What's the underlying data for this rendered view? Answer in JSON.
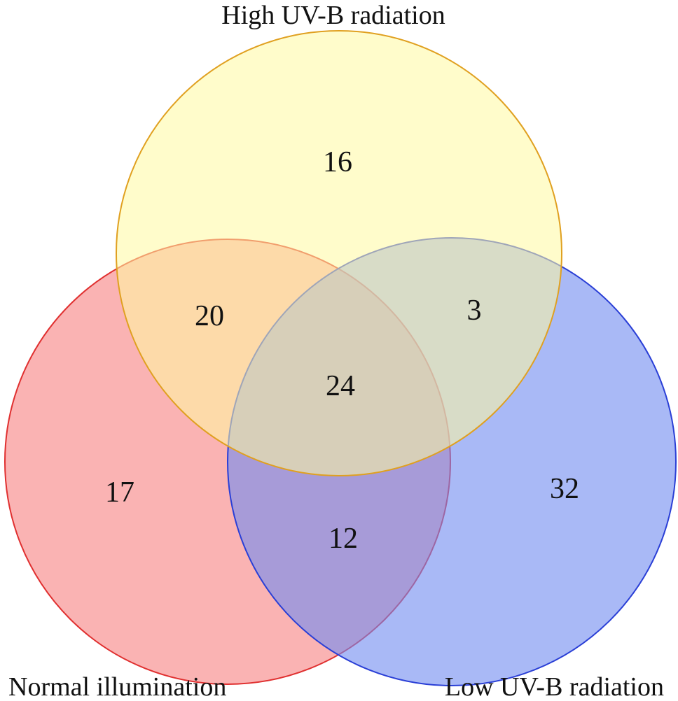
{
  "diagram": {
    "type": "venn",
    "sets": [
      {
        "id": "high",
        "label": "High UV-B radiation",
        "fill": "#fffaa0",
        "stroke": "#e0a020"
      },
      {
        "id": "normal",
        "label": "Normal illumination",
        "fill": "#f78080",
        "stroke": "#e03030"
      },
      {
        "id": "low",
        "label": "Low UV-B radiation",
        "fill": "#6f8bf0",
        "stroke": "#2a3fd6"
      }
    ],
    "regions": [
      {
        "id": "high_only",
        "sets": [
          "high"
        ],
        "count": "16"
      },
      {
        "id": "normal_high",
        "sets": [
          "normal",
          "high"
        ],
        "count": "20"
      },
      {
        "id": "high_low",
        "sets": [
          "high",
          "low"
        ],
        "count": "3"
      },
      {
        "id": "all_three",
        "sets": [
          "normal",
          "high",
          "low"
        ],
        "count": "24"
      },
      {
        "id": "normal_only",
        "sets": [
          "normal"
        ],
        "count": "17"
      },
      {
        "id": "low_only",
        "sets": [
          "low"
        ],
        "count": "32"
      },
      {
        "id": "normal_low",
        "sets": [
          "normal",
          "low"
        ],
        "count": "12"
      }
    ]
  }
}
